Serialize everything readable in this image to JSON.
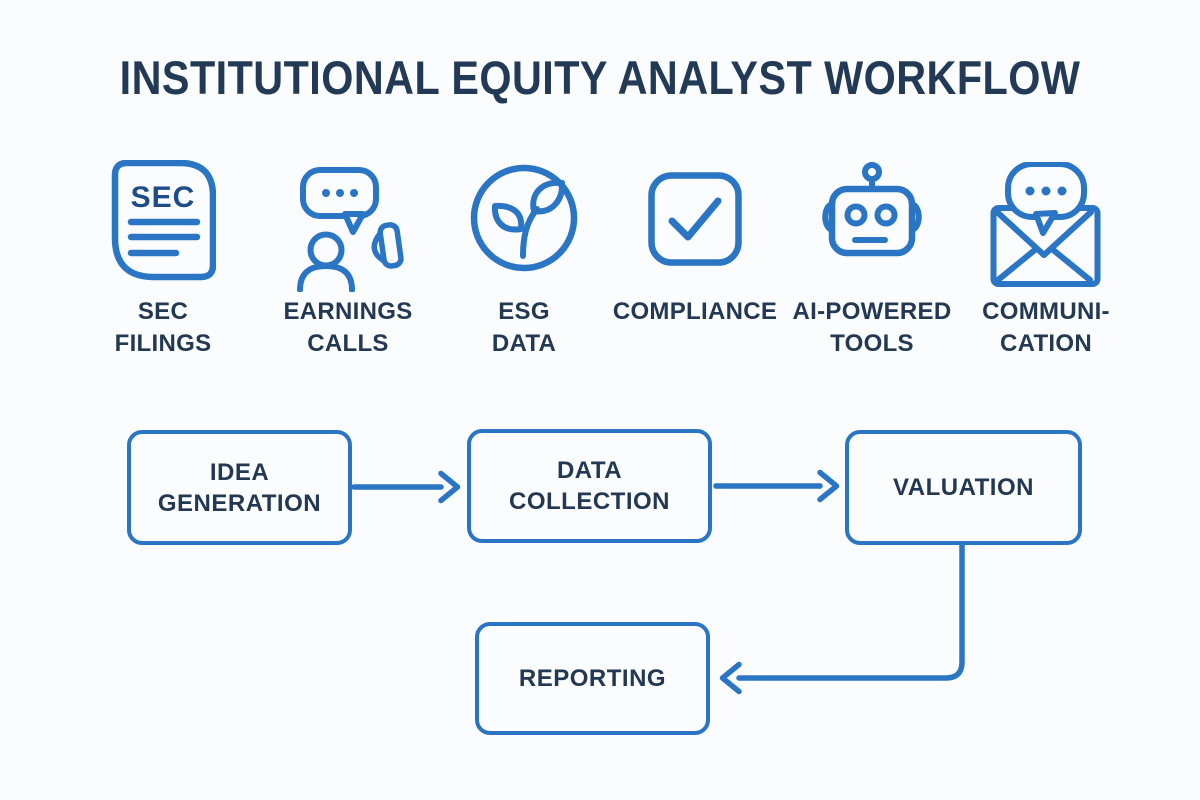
{
  "title": "INSTITUTIONAL EQUITY ANALYST WORKFLOW",
  "colors": {
    "accent_blue": "#2a75c4",
    "text_navy": "#233853",
    "sec_doc_text_blue": "#1d4d88",
    "background": "#fbfcfd"
  },
  "icon_row": {
    "items": [
      {
        "icon": "sec-document-icon",
        "doc_text": "SEC",
        "label_lines": [
          "SEC",
          "FILINGS"
        ]
      },
      {
        "icon": "earnings-call-icon",
        "label_lines": [
          "EARNINGS",
          "CALLS"
        ]
      },
      {
        "icon": "esg-leaf-icon",
        "label_lines": [
          "ESG",
          "DATA"
        ]
      },
      {
        "icon": "compliance-check-icon",
        "label_lines": [
          "COMPLIANCE"
        ]
      },
      {
        "icon": "robot-icon",
        "label_lines": [
          "AI-POWERED",
          "TOOLS"
        ]
      },
      {
        "icon": "envelope-chat-icon",
        "label_lines": [
          "COMMUNI-",
          "CATION"
        ]
      }
    ]
  },
  "flowchart": {
    "boxes": [
      {
        "id": "idea-generation",
        "lines": [
          "IDEA",
          "GENERATION"
        ]
      },
      {
        "id": "data-collection",
        "lines": [
          "DATA",
          "COLLECTION"
        ]
      },
      {
        "id": "valuation",
        "lines": [
          "VALUATION"
        ]
      },
      {
        "id": "reporting",
        "lines": [
          "REPORTING"
        ]
      }
    ],
    "connectors": [
      "idea-to-data",
      "data-to-valuation",
      "valuation-to-reporting"
    ]
  }
}
